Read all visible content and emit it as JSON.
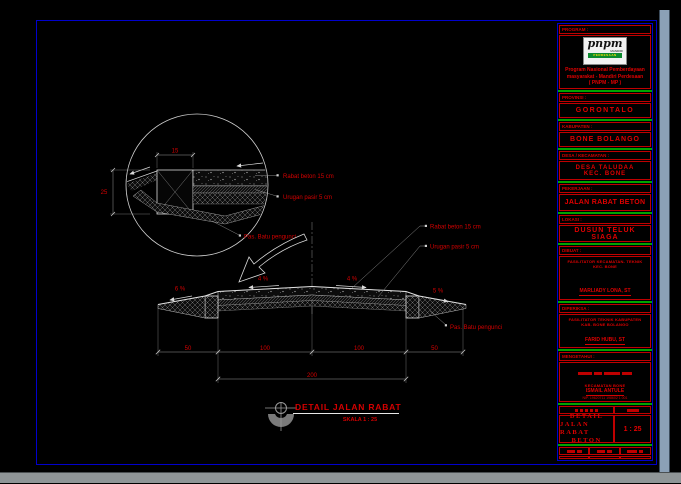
{
  "colors": {
    "red": "#d40000",
    "green": "#00a400",
    "blue": "#0000cc",
    "steel": "#8ba0b6",
    "scroll_gray": "#8f9597",
    "line_white": "#e0e0e0",
    "line_gray": "#9a9a9a"
  },
  "titleblock": {
    "program": {
      "label": "PROGRAM :",
      "logo_main": "pnpm",
      "logo_sub": "MANDIRI",
      "logo_ribbon": "PERDESAAN",
      "line1": "Program Nasional Pemberdayaan",
      "line2": "masyarakat - Mandiri Perdesaan",
      "line3": "( PNPM - MP )"
    },
    "provinsi": {
      "label": "PROVINSI :",
      "value": "GORONTALO"
    },
    "kabupaten": {
      "label": "KABUPATEN :",
      "value": "BONE BOLANGO"
    },
    "desa": {
      "label": "DESA / KECAMATAN :",
      "value1": "DESA TALUDAA",
      "value2": "KEC. BONE"
    },
    "pekerjaan": {
      "label": "PEKERJAAN :",
      "value": "JALAN RABAT BETON"
    },
    "lokasi": {
      "label": "LOKASI :",
      "value": "DUSUN TELUK SIAGA"
    },
    "dibuat": {
      "label": "DIBUAT :",
      "role1": "FASILITATOR KECAMATAN- TEKNIK",
      "role2": "KEC. BONE",
      "name": "MARLIADY LONA, ST"
    },
    "diperiksa": {
      "label": "DIPERIKSA :",
      "role1": "FASILITATOR TEKNIK KABUPATEN",
      "role2": "KAB. BONE BOLANGO",
      "name": "FARID HUBU, ST"
    },
    "mengetahui": {
      "label": "MENGETAHUI :",
      "office": "KECAMATAN BONE",
      "name": "ISMAIL ANTULE",
      "nip": "NIP. 19620711 198602 1 001"
    },
    "gambar": {
      "line1": "DETAIL",
      "line2": "JALAN RABAT",
      "line3": "BETON",
      "scale": "1 : 25"
    }
  },
  "drawing": {
    "detail_circle": {
      "dim_top": "15",
      "dim_left": "25",
      "label_rabat": "Rabat beton 15 cm",
      "label_urugan": "Urugan pasir 5 cm",
      "label_batu": "Pas. Batu pengunci"
    },
    "section": {
      "slope_left": "6 %",
      "slope_crown_left": "4 %",
      "slope_crown_right": "4 %",
      "slope_right": "5 %",
      "label_rabat": "Rabat beton 15 cm",
      "label_urugan": "Urugan pasir 5 cm",
      "label_batu": "Pas. Batu pengunci"
    },
    "dims": {
      "seg1": "50",
      "seg2": "100",
      "seg3": "100",
      "seg4": "50",
      "total": "200"
    },
    "caption": {
      "title": "DETAIL JALAN RABAT",
      "scale": "SKALA 1 : 25"
    }
  }
}
